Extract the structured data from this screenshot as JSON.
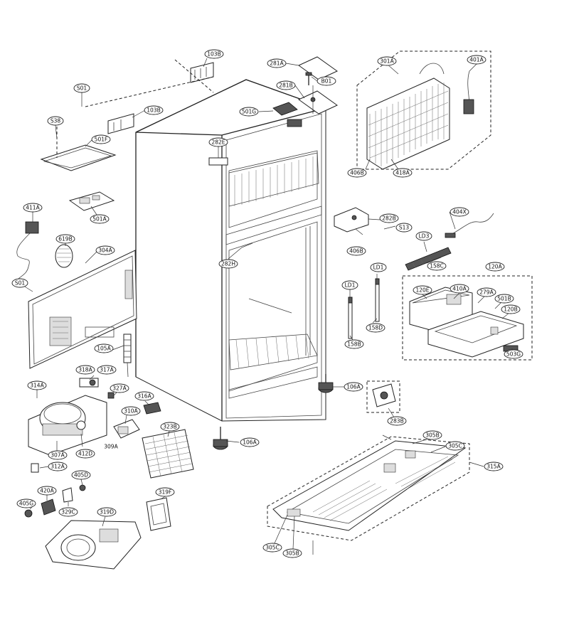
{
  "callouts": [
    "103B",
    "103B",
    "S01",
    "S38",
    "501F",
    "501A",
    "411A",
    "619B",
    "304A",
    "S01",
    "105A",
    "318A",
    "317A",
    "314A",
    "327A",
    "316A",
    "310A",
    "307A",
    "412D",
    "309A",
    "312A",
    "323B",
    "106A",
    "405D",
    "420A",
    "405G",
    "329C",
    "319D",
    "319F",
    "281A",
    "B01",
    "281B",
    "501G",
    "282E",
    "282H",
    "301A",
    "401A",
    "406B",
    "418A",
    "282B",
    "S13",
    "404X",
    "406B",
    "LD3",
    "158C",
    "LD1",
    "LD1",
    "158D",
    "158B",
    "120A",
    "120E",
    "410A",
    "279A",
    "501B",
    "120B",
    "503G",
    "106A",
    "283B",
    "305B",
    "305C",
    "315A",
    "305C",
    "305B"
  ]
}
